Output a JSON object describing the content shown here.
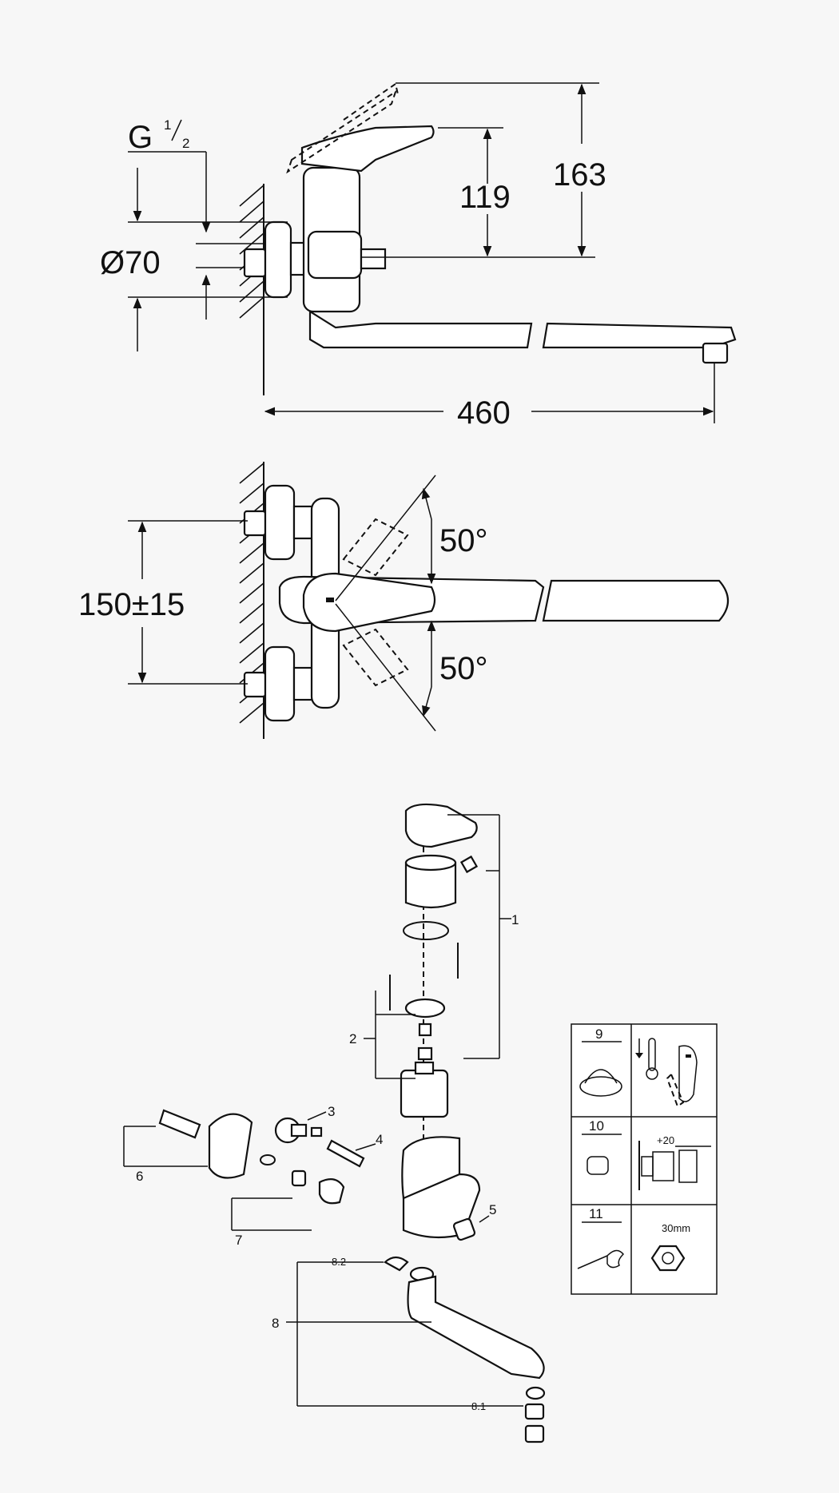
{
  "side_view": {
    "thread_label_G": "G",
    "thread_label_num": "1",
    "thread_label_den": "2",
    "diameter": "Ø70",
    "height_lever": "119",
    "height_total": "163",
    "spout_length": "460"
  },
  "top_view": {
    "centers": "150±15",
    "angle_top": "50°",
    "angle_bottom": "50°"
  },
  "exploded_view": {
    "labels": [
      "1",
      "2",
      "3",
      "4",
      "5",
      "6",
      "7",
      "8",
      "8.1",
      "8.2"
    ]
  },
  "info_table": {
    "rows": [
      {
        "number": "9"
      },
      {
        "number": "10",
        "note": "+20"
      },
      {
        "number": "11",
        "note": "30mm"
      }
    ]
  }
}
